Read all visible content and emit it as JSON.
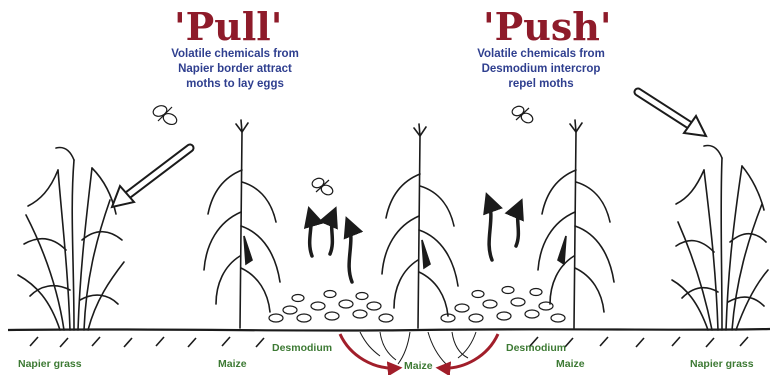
{
  "pull": {
    "heading": "'Pull'",
    "caption_lines": [
      "Volatile chemicals from",
      "Napier border attract",
      "moths to lay eggs"
    ]
  },
  "push": {
    "heading": "'Push'",
    "caption_lines": [
      "Volatile chemicals from",
      "Desmodium intercrop",
      "repel moths"
    ]
  },
  "labels": {
    "napier_left": "Napier grass",
    "maize_left": "Maize",
    "desmodium_left": "Desmodium",
    "maize_center": "Maize",
    "desmodium_right": "Desmodium",
    "maize_right": "Maize",
    "napier_right": "Napier grass"
  },
  "colors": {
    "heading": "#8e1b2a",
    "caption": "#2f3f8f",
    "plant_label": "#3d7a34",
    "root_arrow": "#a11e2a",
    "line_art": "#1b1b1b"
  }
}
